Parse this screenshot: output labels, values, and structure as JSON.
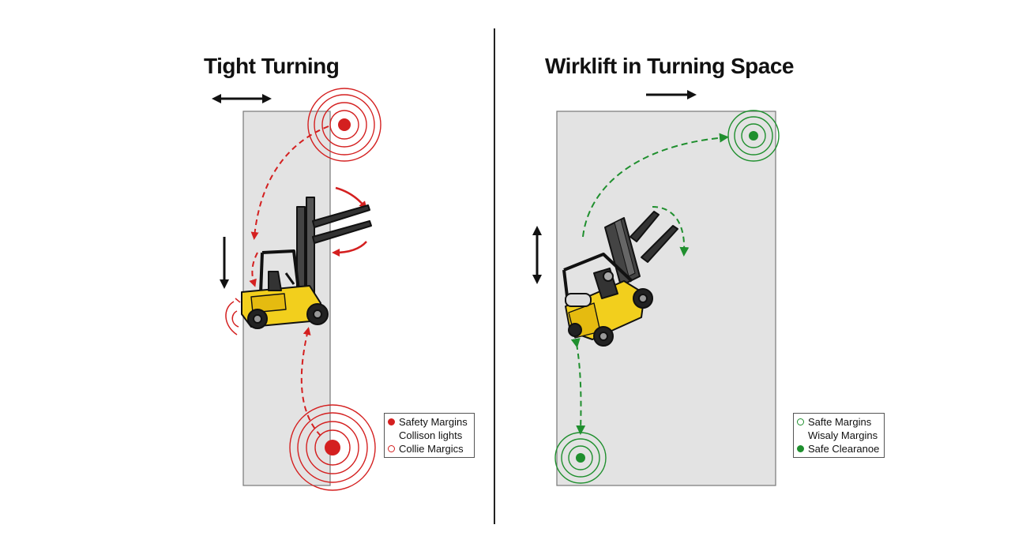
{
  "panels": {
    "left": {
      "title": "Tight Turning",
      "legend": [
        {
          "label": "Safety Margins",
          "marker": "filled",
          "color": "#d42020"
        },
        {
          "label": "Collison lights",
          "marker": "none",
          "color": "#d42020"
        },
        {
          "label": "Collie Margics",
          "marker": "ring",
          "color": "#d42020"
        }
      ]
    },
    "right": {
      "title": "Wirklift in Turning Space",
      "legend": [
        {
          "label": "Safte Margins",
          "marker": "ring",
          "color": "#1f8f2e"
        },
        {
          "label": "Wisaly Margins",
          "marker": "none",
          "color": "#1f8f2e"
        },
        {
          "label": "Safe Clearanoe",
          "marker": "filled",
          "color": "#1f8f2e"
        }
      ]
    }
  },
  "colors": {
    "danger": "#d42020",
    "safe": "#1f8f2e",
    "forklift_body": "#f2cf1d",
    "aisle_fill": "#e3e3e3"
  },
  "icons": [
    "double-arrow-icon",
    "forklift-icon",
    "target-rings-icon",
    "curved-arrow-icon"
  ]
}
